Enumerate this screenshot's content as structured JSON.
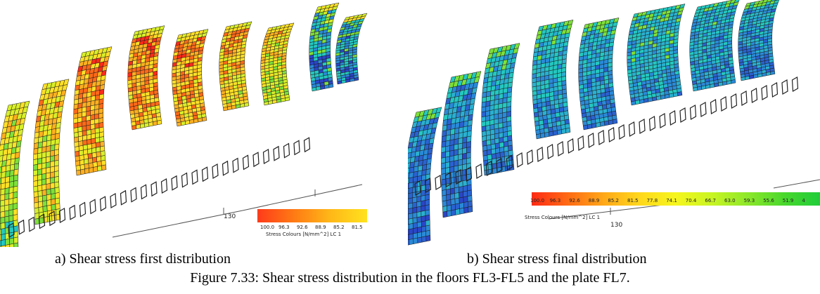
{
  "figure": {
    "caption": "Figure 7.33: Shear stress distribution in the floors FL3-FL5 and the plate FL7."
  },
  "panels": [
    {
      "id": "a",
      "caption": "a) Shear stress first distribution",
      "axis_label": "130",
      "legend": {
        "title": "Stress Colours [N/mm^2] LC 1",
        "ticks": [
          "100.0",
          "96.3",
          "92.6",
          "88.9",
          "85.2",
          "81.5"
        ],
        "gradient": [
          "#ff3b1a",
          "#ff7a14",
          "#ffb818",
          "#ffe21e"
        ]
      },
      "stress_palette": [
        "#ff2a1a",
        "#ff6a18",
        "#ffb020",
        "#ffe028",
        "#d8ef2a",
        "#7ee03a",
        "#24c8c0",
        "#2a8ad8",
        "#2a46c8"
      ]
    },
    {
      "id": "b",
      "caption": "b) Shear stress final distribution",
      "axis_label": "130",
      "legend": {
        "title": "Stress Colours [N/mm^2] LC 1",
        "ticks": [
          "100.0",
          "96.3",
          "92.6",
          "88.9",
          "85.2",
          "81.5",
          "77.8",
          "74.1",
          "70.4",
          "66.7",
          "63.0",
          "59.3",
          "55.6",
          "51.9",
          "4"
        ],
        "gradient": [
          "#ff2a14",
          "#ff6a14",
          "#ffa818",
          "#ffd81c",
          "#f6f61e",
          "#c8f524",
          "#8ce82a",
          "#48d82c",
          "#20cc3a"
        ]
      },
      "stress_palette": [
        "#ff2a1a",
        "#ffb020",
        "#d8ef2a",
        "#7ee03a",
        "#24c8c0",
        "#2ab0d0",
        "#2a8ad8",
        "#2a62d0",
        "#2a46c8"
      ]
    }
  ]
}
